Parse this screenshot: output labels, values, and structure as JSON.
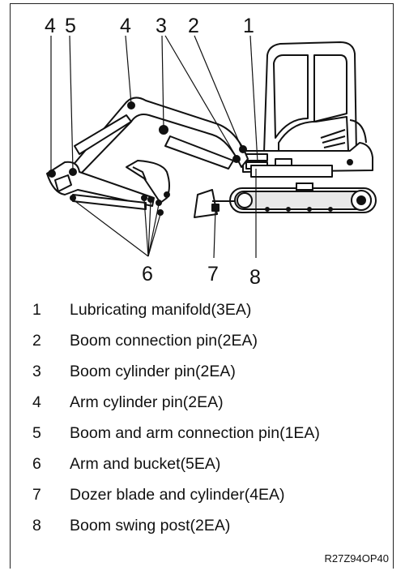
{
  "callouts": [
    "4",
    "5",
    "4",
    "3",
    "2",
    "1",
    "6",
    "7",
    "8"
  ],
  "legend": [
    {
      "num": "1",
      "text": "Lubricating manifold(3EA)"
    },
    {
      "num": "2",
      "text": "Boom connection pin(2EA)"
    },
    {
      "num": "3",
      "text": "Boom cylinder pin(2EA)"
    },
    {
      "num": "4",
      "text": "Arm cylinder pin(2EA)"
    },
    {
      "num": "5",
      "text": "Boom and arm connection pin(1EA)"
    },
    {
      "num": "6",
      "text": "Arm and bucket(5EA)"
    },
    {
      "num": "7",
      "text": "Dozer blade and cylinder(4EA)"
    },
    {
      "num": "8",
      "text": "Boom swing post(2EA)"
    }
  ],
  "figure_code": "R27Z94OP40"
}
